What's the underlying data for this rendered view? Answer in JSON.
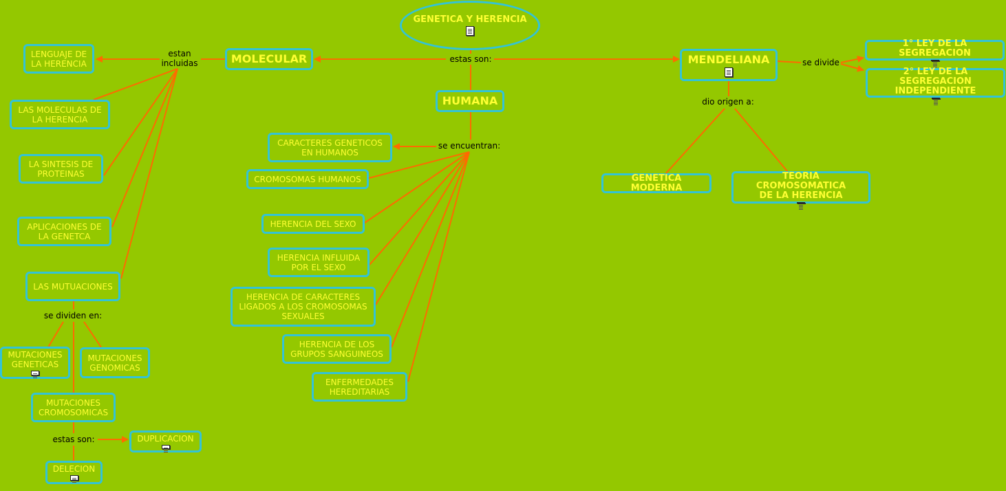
{
  "colors": {
    "background": "#94c800",
    "node_border": "#33c3d6",
    "node_text": "#ffff33",
    "edge": "#ff6a00",
    "label_text": "#000000"
  },
  "nodes": {
    "root": "GENETICA Y HERENCIA",
    "molecular": "MOLECULAR",
    "humana": "HUMANA",
    "mendeliana": "MENDELIANA",
    "lenguaje": "LENGUAJE DE\nLA HERENCIA",
    "moleculas": "LAS MOLECULAS DE\nLA HERENCIA",
    "sintesis": "LA SINTESIS DE\nPROTEINAS",
    "aplicaciones": "APLICACIONES DE\nLA GENETCA",
    "mutaciones": "LAS MUTUACIONES",
    "mut_geneticas": "MUTACIONES\nGENETICAS",
    "mut_genomicas": "MUTACIONES\nGENOMICAS",
    "mut_cromosomicas": "MUTACIONES\nCROMOSOMICAS",
    "duplicacion": "DUPLICACION",
    "delecion": "DELECION",
    "caracteres": "CARACTERES GENETICOS\nEN HUMANOS",
    "cromosomas": "CROMOSOMAS HUMANOS",
    "sexo": "HERENCIA DEL SEXO",
    "influida": "HERENCIA INFLUIDA\nPOR EL SEXO",
    "ligados": "HERENCIA DE CARACTERES\nLIGADOS A LOS CROMOSOMAS\nSEXUALES",
    "grupos": "HERENCIA DE LOS\nGRUPOS SANGUINEOS",
    "enfermedades": "ENFERMEDADES\nHEREDITARIAS",
    "ley1": "1° LEY DE LA SEGREGACION",
    "ley2": "2° LEY DE LA SEGREGACION\nINDEPENDIENTE",
    "moderna": "GENETICA MODERNA",
    "teoria": "TEORIA  CROMOSOMATICA\nDE LA  HERENCIA"
  },
  "labels": {
    "estas_son_top": "estas son:",
    "estan_incluidas": "estan\nincluidas",
    "se_encuentran": "se encuentran:",
    "se_divide": "se divide",
    "dio_origen": "dio origen a:",
    "se_dividen": "se dividen en:",
    "estas_son_bottom": "estas son:"
  },
  "icons": {
    "document": "document-icon"
  }
}
